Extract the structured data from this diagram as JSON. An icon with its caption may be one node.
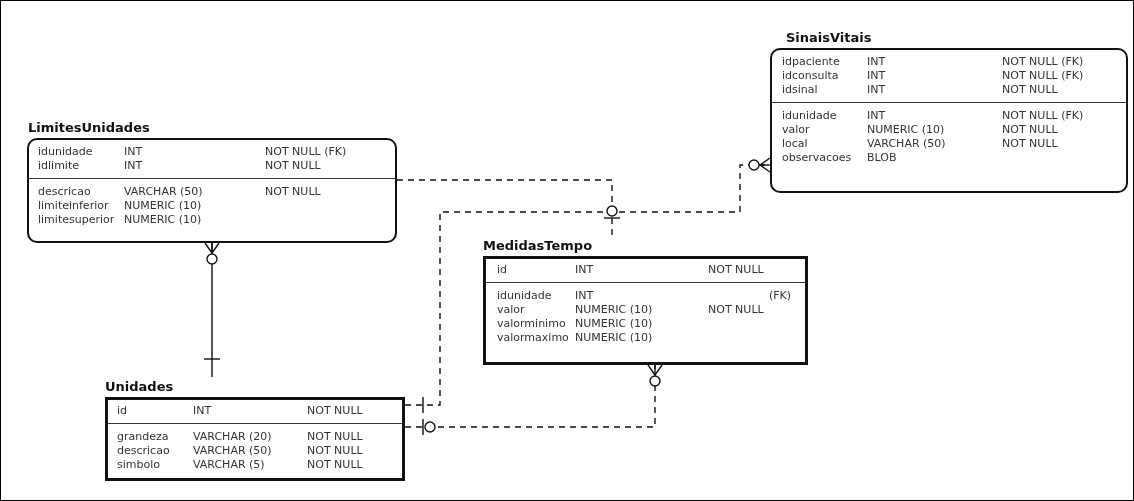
{
  "diagram": {
    "nodes": [
      {
        "text": [
          "SinaisVitais",
          "idpaciente",
          "INT",
          "NOT NULL (FK)",
          "idconsulta",
          "INT",
          "NOT NULL (FK)",
          "idsinal",
          "INT",
          "NOT NULL",
          "idunidade",
          "INT",
          "NOT NULL (FK)",
          "valor",
          "NUMERIC (10)",
          "NOT NULL",
          "local",
          "VARCHAR (50)",
          "NOT NULL",
          "observacoes",
          "BLOB"
        ]
      },
      {
        "text": [
          "LimitesUnidades",
          "idunidade",
          "INT",
          "NOT NULL (FK)",
          "idlimite",
          "INT",
          "NOT NULL",
          "descricao",
          "VARCHAR (50)",
          "NOT NULL",
          "limiteinferior",
          "NUMERIC (10)",
          "limitesuperior",
          "NUMERIC (10)"
        ]
      },
      {
        "text": [
          "MedidasTempo",
          "id",
          "INT",
          "NOT NULL",
          "idunidade",
          "INT",
          "(FK)",
          "valor",
          "NUMERIC (10)",
          "NOT NULL",
          "valorminimo",
          "NUMERIC (10)",
          "valormaximo",
          "NUMERIC (10)"
        ]
      },
      {
        "text": [
          "Unidades",
          "id",
          "INT",
          "NOT NULL",
          "grandeza",
          "VARCHAR (20)",
          "NOT NULL",
          "descricao",
          "VARCHAR (50)",
          "NOT NULL",
          "simbolo",
          "VARCHAR (5)",
          "NOT NULL"
        ]
      }
    ],
    "edges": [
      {
        "from": 3,
        "to": 1,
        "arrow": "other"
      },
      {
        "from": 3,
        "to": 0,
        "arrow": "other",
        "style": "dashed"
      },
      {
        "from": 3,
        "to": 2,
        "arrow": "other",
        "style": "dashed"
      },
      {
        "from": 1,
        "to": 2,
        "arrow": "other",
        "style": "dashed"
      }
    ]
  }
}
